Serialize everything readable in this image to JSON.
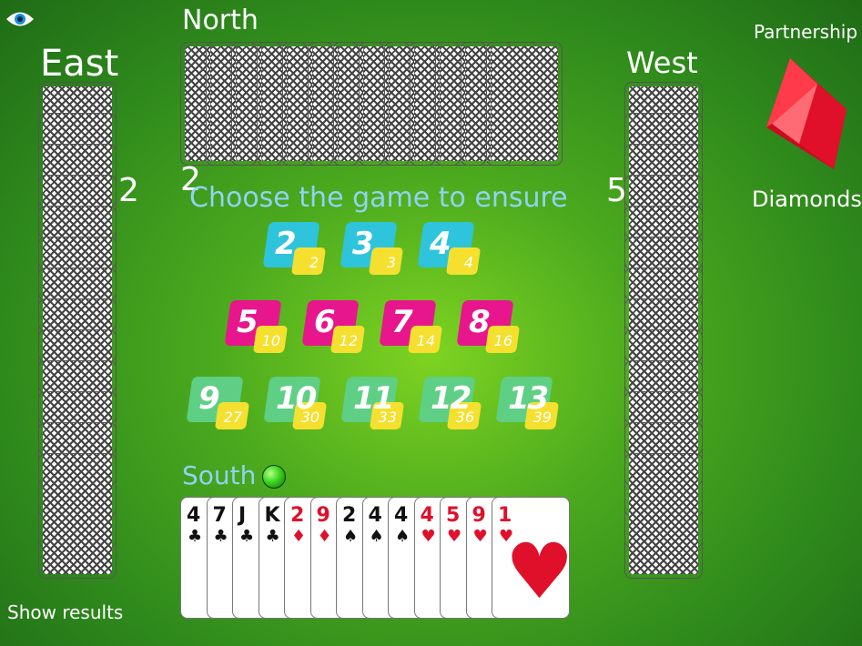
{
  "players": {
    "north": "North",
    "east": "East",
    "west": "West",
    "south": "South"
  },
  "scores": {
    "east": "2",
    "north": "2",
    "west": "5"
  },
  "partnership": {
    "label": "Partnership",
    "suit": "Diamonds"
  },
  "prompt": "Choose the game to ensure",
  "show_results": "Show results",
  "tiles": [
    {
      "value": "2",
      "points": "2",
      "color": "#2ec4dc"
    },
    {
      "value": "3",
      "points": "3",
      "color": "#2ec4dc"
    },
    {
      "value": "4",
      "points": "4",
      "color": "#2ec4dc"
    },
    {
      "value": "5",
      "points": "10",
      "color": "#e8168c"
    },
    {
      "value": "6",
      "points": "12",
      "color": "#e8168c"
    },
    {
      "value": "7",
      "points": "14",
      "color": "#e8168c"
    },
    {
      "value": "8",
      "points": "16",
      "color": "#e8168c"
    },
    {
      "value": "9",
      "points": "27",
      "color": "#5fcf85"
    },
    {
      "value": "10",
      "points": "30",
      "color": "#5fcf85"
    },
    {
      "value": "11",
      "points": "33",
      "color": "#5fcf85"
    },
    {
      "value": "12",
      "points": "36",
      "color": "#5fcf85"
    },
    {
      "value": "13",
      "points": "39",
      "color": "#5fcf85"
    }
  ],
  "south_hand": [
    {
      "rank": "4",
      "suit": "♣",
      "color": "black"
    },
    {
      "rank": "7",
      "suit": "♣",
      "color": "black"
    },
    {
      "rank": "J",
      "suit": "♣",
      "color": "black"
    },
    {
      "rank": "K",
      "suit": "♣",
      "color": "black"
    },
    {
      "rank": "2",
      "suit": "♦",
      "color": "red"
    },
    {
      "rank": "9",
      "suit": "♦",
      "color": "red"
    },
    {
      "rank": "2",
      "suit": "♠",
      "color": "black"
    },
    {
      "rank": "4",
      "suit": "♠",
      "color": "black"
    },
    {
      "rank": "4",
      "suit": "♠",
      "color": "black"
    },
    {
      "rank": "4",
      "suit": "♥",
      "color": "red"
    },
    {
      "rank": "5",
      "suit": "♥",
      "color": "red"
    },
    {
      "rank": "9",
      "suit": "♥",
      "color": "red"
    },
    {
      "rank": "1",
      "suit": "♥",
      "color": "red"
    }
  ],
  "colors": {
    "table_green": "#4caa1e",
    "prompt_blue": "#8fd3f4",
    "cyan_tile": "#2ec4dc",
    "pink_tile": "#e8168c",
    "green_tile": "#5fcf85",
    "sub_tile": "#f5e030",
    "diamond_red": "#e0102a"
  },
  "icons": {
    "view": "eye-icon",
    "partnership_suit": "diamond-icon",
    "turn_indicator": "green-dot-icon"
  }
}
